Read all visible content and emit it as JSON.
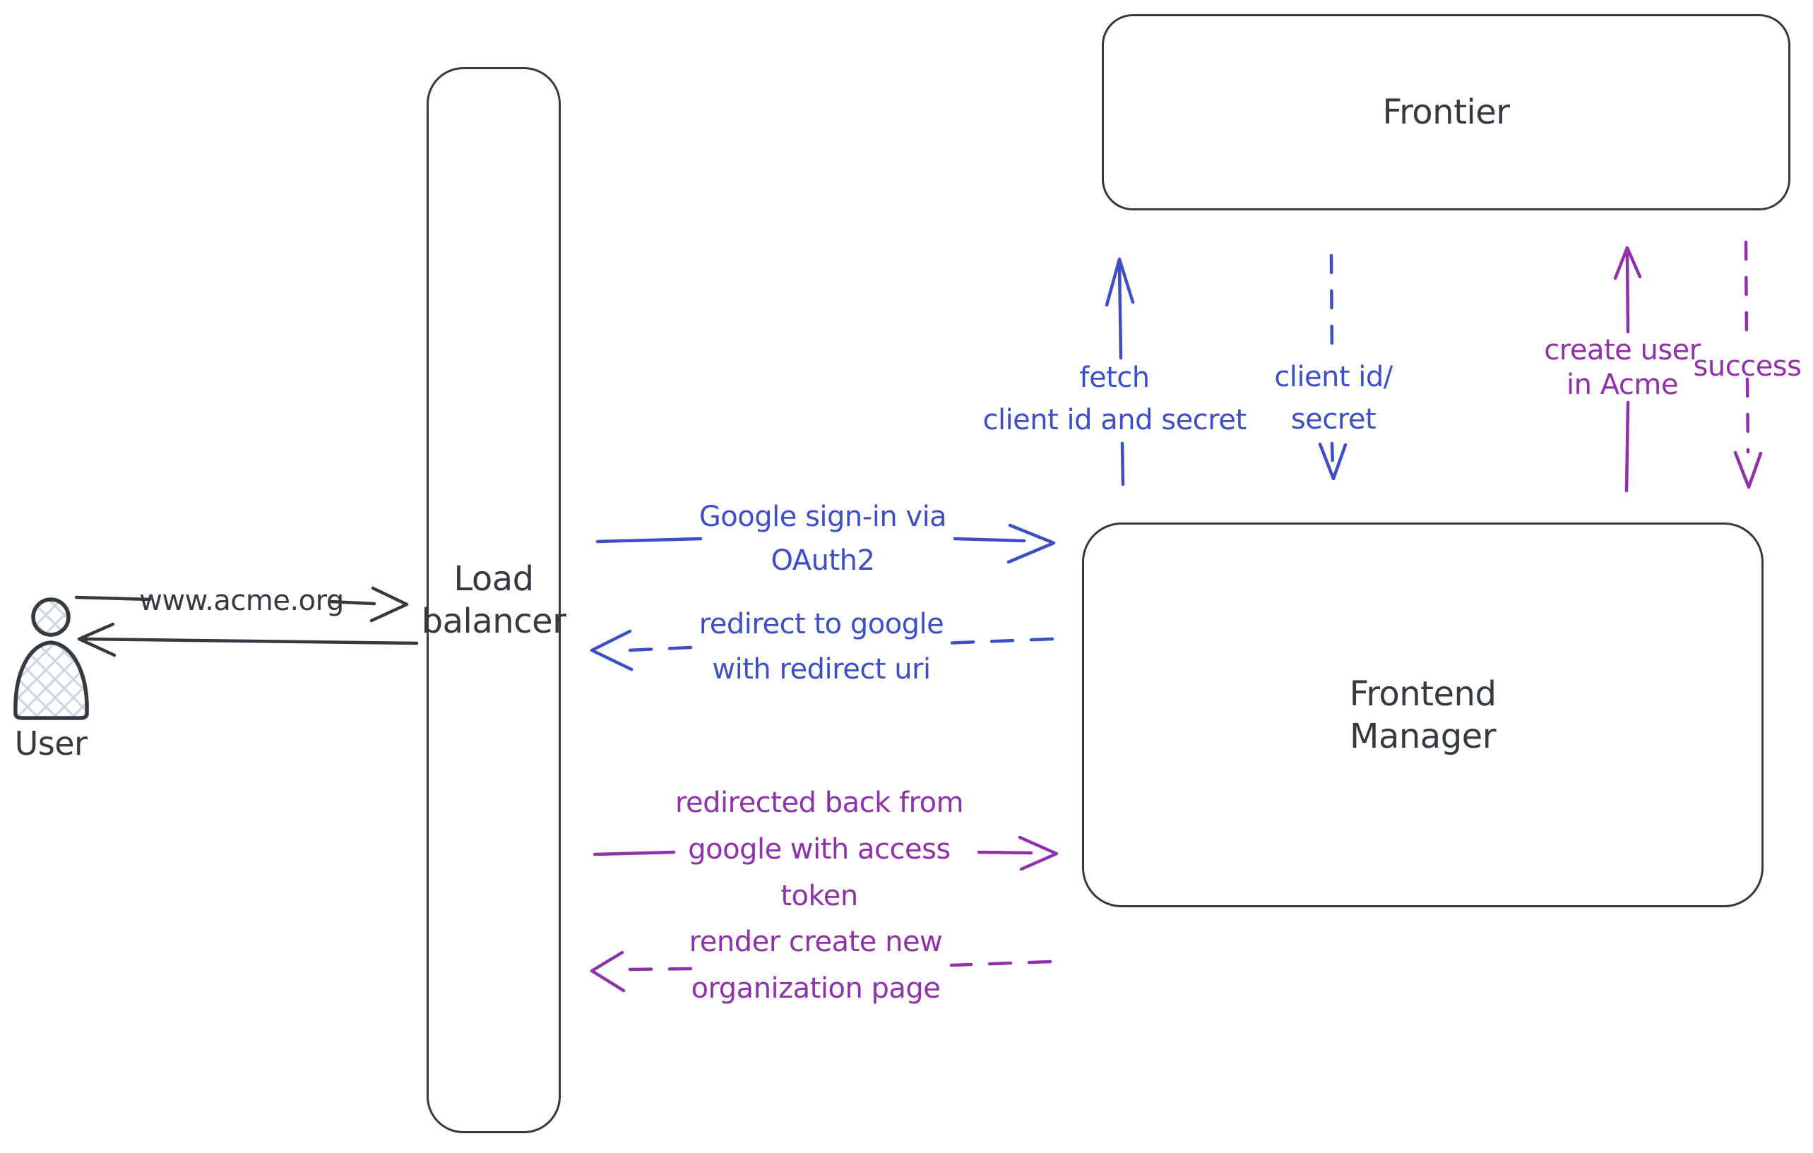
{
  "colors": {
    "stroke_dark": "#343a40",
    "stroke_blue": "#3d4fc6",
    "stroke_purple": "#9030ab",
    "hatch": "#ccd6e2",
    "background": "#ffffff"
  },
  "actors": {
    "user": {
      "label": "User"
    },
    "load_balancer": {
      "line1": "Load",
      "line2": "balancer"
    },
    "frontier": {
      "label": "Frontier"
    },
    "frontend_manager": {
      "line1": "Frontend",
      "line2": "Manager"
    }
  },
  "messages": {
    "request_url": {
      "lines": [
        "www.acme.org"
      ],
      "style": "solid",
      "color": "dark",
      "from": "user",
      "to": "load_balancer",
      "direction": "right"
    },
    "return_to_user": {
      "lines": [],
      "style": "solid",
      "color": "dark",
      "from": "load_balancer",
      "to": "user",
      "direction": "left"
    },
    "google_signin": {
      "lines": [
        "Google sign-in via",
        "OAuth2"
      ],
      "style": "solid",
      "color": "blue",
      "from": "load_balancer",
      "to": "frontend_manager",
      "direction": "right"
    },
    "redirect_google": {
      "lines": [
        "redirect to google",
        "with redirect uri"
      ],
      "style": "dashed",
      "color": "blue",
      "from": "frontend_manager",
      "to": "load_balancer",
      "direction": "left"
    },
    "redirected_back": {
      "lines": [
        "redirected back from",
        "google with access",
        "token"
      ],
      "style": "solid",
      "color": "purple",
      "from": "load_balancer",
      "to": "frontend_manager",
      "direction": "right"
    },
    "render_org_page": {
      "lines": [
        "render create new",
        "organization page"
      ],
      "style": "dashed",
      "color": "purple",
      "from": "frontend_manager",
      "to": "load_balancer",
      "direction": "left"
    },
    "fetch_client_secret": {
      "lines": [
        "fetch",
        "client id and secret"
      ],
      "style": "solid",
      "color": "blue",
      "from": "frontend_manager",
      "to": "frontier",
      "direction": "up"
    },
    "client_id_secret": {
      "lines": [
        "client id/",
        "secret"
      ],
      "style": "dashed",
      "color": "blue",
      "from": "frontier",
      "to": "frontend_manager",
      "direction": "down"
    },
    "create_user": {
      "lines": [
        "create user",
        "in Acme"
      ],
      "style": "solid",
      "color": "purple",
      "from": "frontend_manager",
      "to": "frontier",
      "direction": "up"
    },
    "success": {
      "lines": [
        "success"
      ],
      "style": "dashed",
      "color": "purple",
      "from": "frontier",
      "to": "frontend_manager",
      "direction": "down"
    }
  }
}
